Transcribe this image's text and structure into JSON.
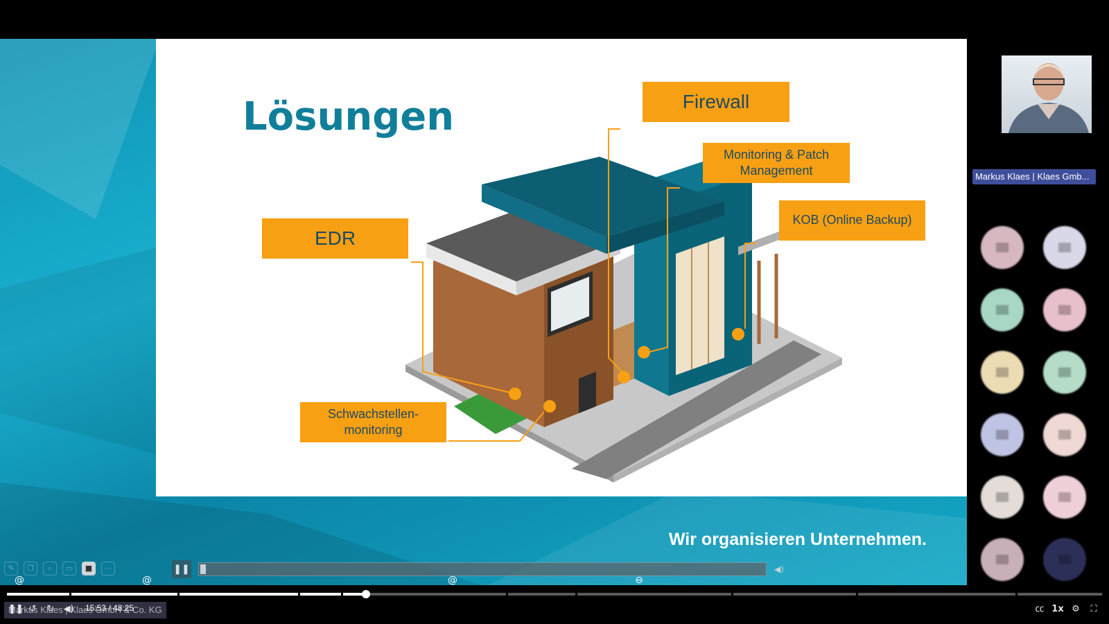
{
  "slide": {
    "title": "Lösungen",
    "callouts": {
      "firewall": "Firewall",
      "monitoring": "Monitoring & Patch Management",
      "kob": "KOB (Online Backup)",
      "edr": "EDR",
      "schwachstellen": "Schwachstellen-monitoring"
    },
    "tagline": "Wir organisieren Unternehmen."
  },
  "participants": {
    "speaker_name": "Markus Klaes | Klaes Gmb...",
    "tile_colors": [
      "#d8b8c0",
      "#d8d8e8",
      "#a8d8c4",
      "#e8c0cc",
      "#ecdcb4",
      "#b4dcc8",
      "#c0c4e4",
      "#f0d8d4",
      "#e4dcd8",
      "#f0d0d8",
      "#c8b0b8",
      "#2c3058"
    ]
  },
  "player": {
    "current_time": "15:53",
    "total_time": "48:25",
    "time_readout": "15:53 / 48:25",
    "progress_fraction": 0.328,
    "speed_label": "1x",
    "overlay_name": "Markus Klaes | Klaes GmbH & Co. KG"
  },
  "icons": {
    "at": "@",
    "chapter": "⊖"
  },
  "colors": {
    "accent_orange": "#f8a014",
    "title_teal": "#117f9a",
    "stage_teal": "#1ab0cf"
  }
}
